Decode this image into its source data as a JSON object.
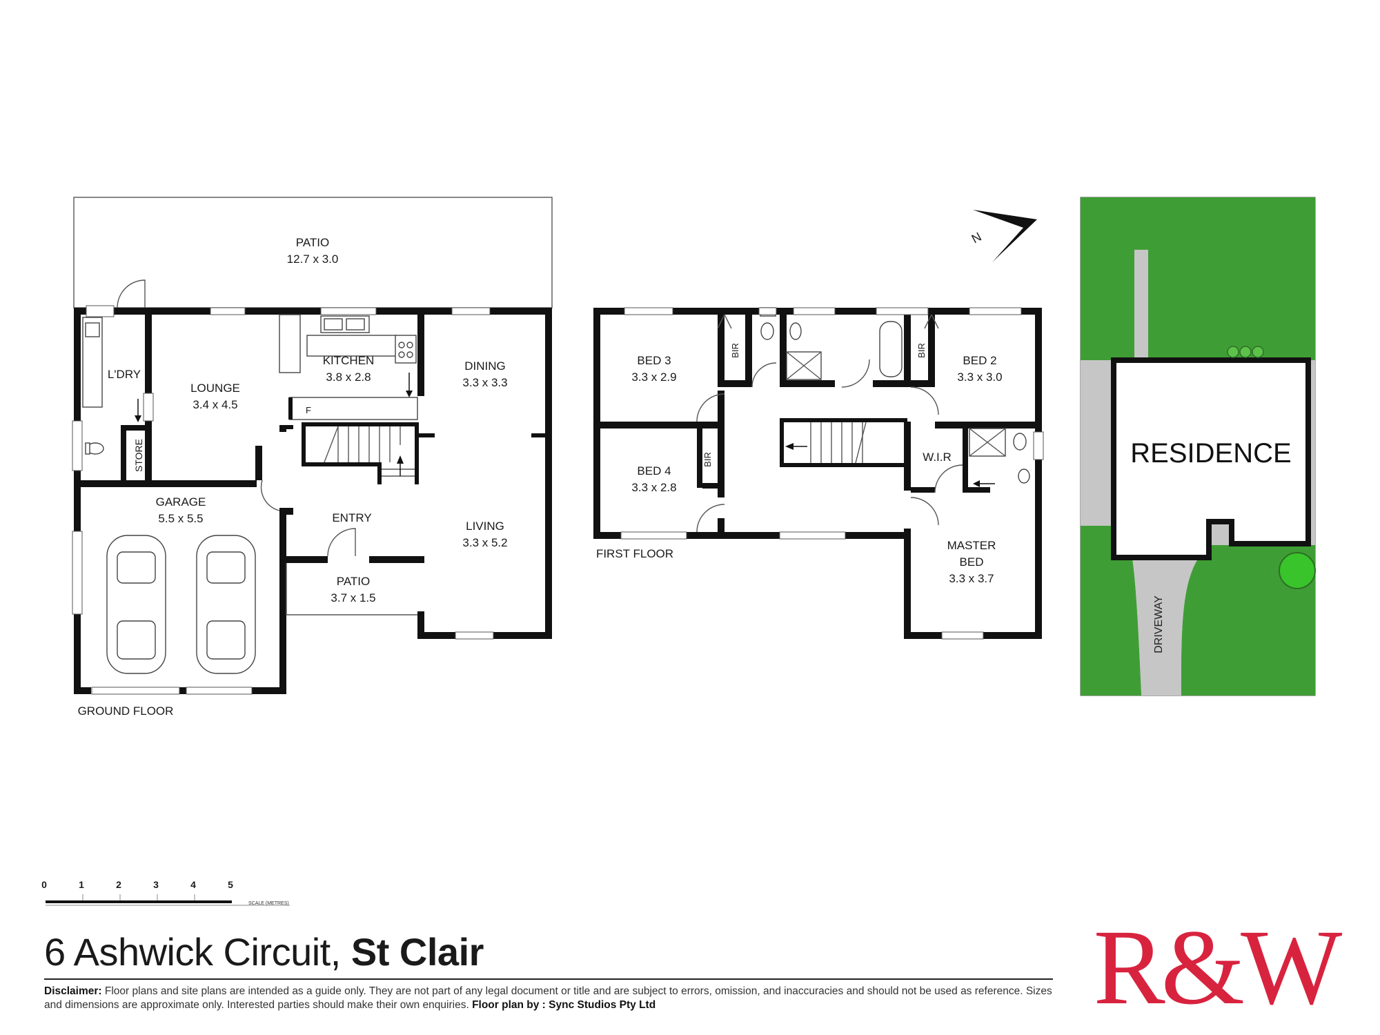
{
  "ground_floor": {
    "label": "GROUND FLOOR",
    "rooms": {
      "patio_rear": {
        "name": "PATIO",
        "size": "12.7 x 3.0"
      },
      "laundry": {
        "name": "L'DRY"
      },
      "store": {
        "name": "STORE"
      },
      "lounge": {
        "name": "LOUNGE",
        "size": "3.4 x 4.5"
      },
      "kitchen": {
        "name": "KITCHEN",
        "size": "3.8 x 2.8"
      },
      "dining": {
        "name": "DINING",
        "size": "3.3 x 3.3"
      },
      "garage": {
        "name": "GARAGE",
        "size": "5.5 x 5.5"
      },
      "entry": {
        "name": "ENTRY"
      },
      "living": {
        "name": "LIVING",
        "size": "3.3 x 5.2"
      },
      "patio_front": {
        "name": "PATIO",
        "size": "3.7 x 1.5"
      },
      "fridge": {
        "name": "F"
      }
    }
  },
  "first_floor": {
    "label": "FIRST FLOOR",
    "rooms": {
      "bed3": {
        "name": "BED 3",
        "size": "3.3 x 2.9"
      },
      "bed2": {
        "name": "BED 2",
        "size": "3.3 x 3.0"
      },
      "bed4": {
        "name": "BED 4",
        "size": "3.3 x 2.8"
      },
      "wir": {
        "name": "W.I.R"
      },
      "master": {
        "name1": "MASTER",
        "name2": "BED",
        "size": "3.3 x 3.7"
      },
      "bir": "BIR"
    }
  },
  "site": {
    "residence": "RESIDENCE",
    "driveway": "DRIVEWAY",
    "lawn_color": "#3f9d35",
    "paving_color": "#c6c6c6"
  },
  "compass": {
    "letter": "N"
  },
  "scale": {
    "ticks": [
      "0",
      "1",
      "2",
      "3",
      "4",
      "5"
    ],
    "unit_label": "SCALE (METRES)"
  },
  "footer": {
    "address_light": "6 Ashwick Circuit,",
    "address_bold": "St Clair",
    "disclaimer_label": "Disclaimer:",
    "disclaimer_text": "Floor plans and site plans are intended as a guide only. They are not part of any legal document or title and are subject to errors, omission, and inaccuracies and should not be used as reference. Sizes and dimensions are approximate only. Interested parties should make their own enquiries.",
    "credit_label": "Floor plan by :",
    "credit_text": "Sync Studios Pty Ltd",
    "brand": "R&W",
    "brand_color": "#d8233f"
  }
}
